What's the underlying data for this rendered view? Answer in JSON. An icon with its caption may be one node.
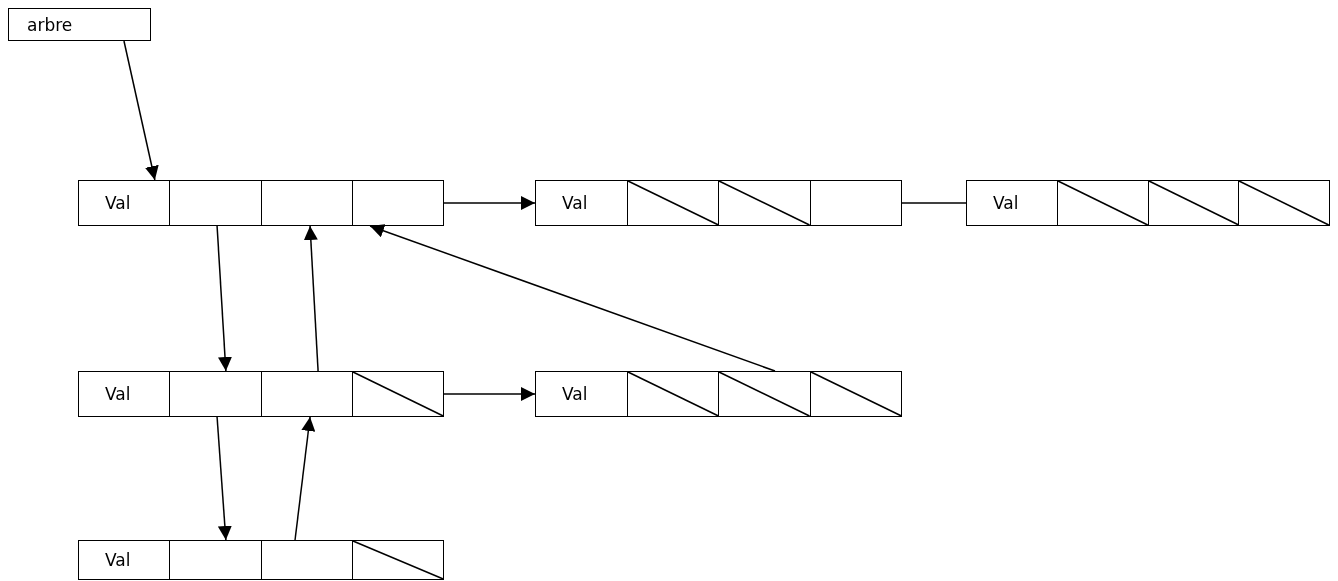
{
  "diagram": {
    "nodes": [
      {
        "text": [
          "arbre"
        ]
      },
      {
        "text": [
          "Val"
        ]
      },
      {
        "text": [
          "Val"
        ]
      },
      {
        "text": [
          "Val"
        ]
      },
      {
        "text": [
          "Val"
        ]
      },
      {
        "text": [
          "Val"
        ]
      },
      {
        "text": [
          "Val"
        ]
      }
    ],
    "edges": [
      {
        "from": 0,
        "to": 1,
        "arrow": "to"
      },
      {
        "from": 1,
        "to": 2,
        "arrow": "to"
      },
      {
        "from": 2,
        "to": 3,
        "arrow": "none"
      },
      {
        "from": 1,
        "to": 4,
        "arrow": "to"
      },
      {
        "from": 4,
        "to": 1,
        "arrow": "to"
      },
      {
        "from": 5,
        "to": 1,
        "arrow": "to"
      },
      {
        "from": 4,
        "to": 5,
        "arrow": "to"
      },
      {
        "from": 4,
        "to": 6,
        "arrow": "to"
      },
      {
        "from": 6,
        "to": 4,
        "arrow": "to"
      }
    ]
  }
}
